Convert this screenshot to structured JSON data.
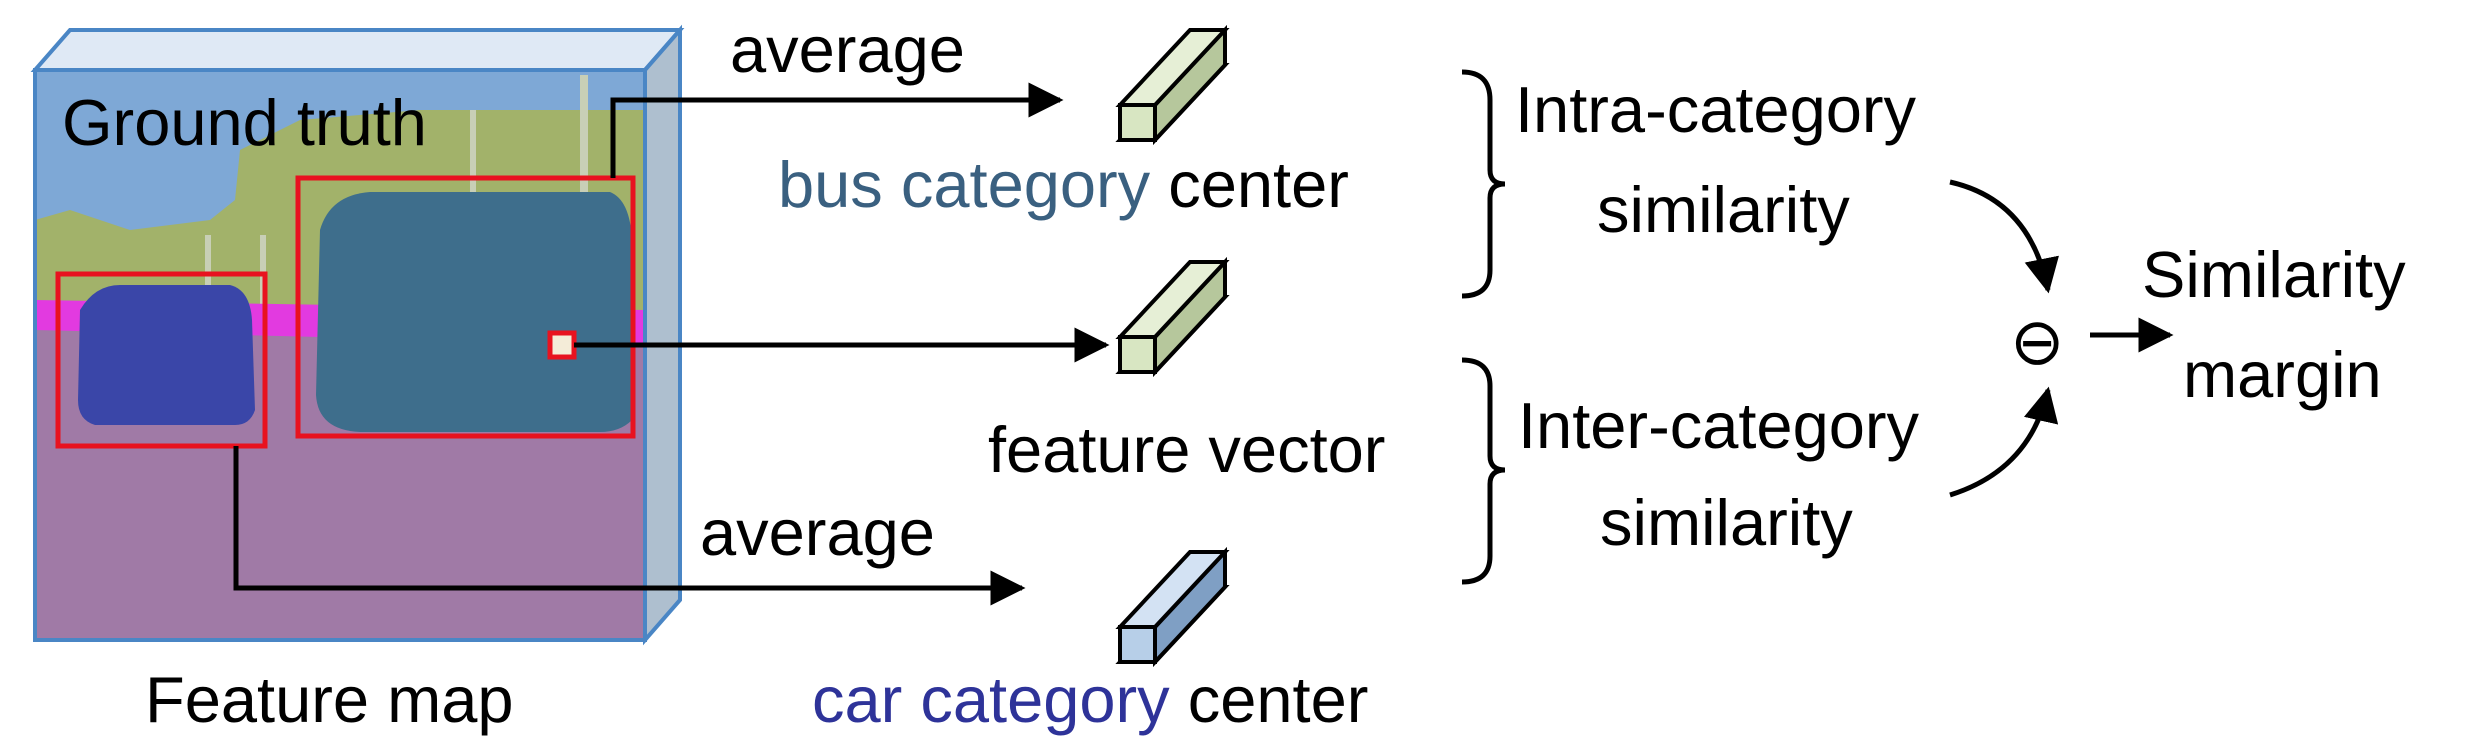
{
  "feature_map": {
    "ground_truth_label": "Ground truth",
    "caption": "Feature map"
  },
  "arrows": {
    "top_average": "average",
    "bottom_average": "average"
  },
  "bus_center": {
    "category_text": "bus category",
    "center_text": "center",
    "category_color": "#3a6080"
  },
  "feature_vector_label": "feature vector",
  "car_center": {
    "category_text": "car category",
    "center_text": "center",
    "category_color": "#2e3399"
  },
  "intra": {
    "line1": "Intra-category",
    "line2": "similarity"
  },
  "inter": {
    "line1": "Inter-category",
    "line2": "similarity"
  },
  "operator_symbol": "⊖",
  "result": {
    "line1": "Similarity",
    "line2": "margin"
  },
  "colors": {
    "map_border": "#4a86c5",
    "box_red": "#e8121f",
    "sky": "#7ea8d6",
    "vegetation": "#a2b26a",
    "road": "#a07aa6",
    "sidewalk": "#e23ae0",
    "bus": "#3e6e8c",
    "car": "#3a46a8",
    "bus_vector": "#d8e6c2",
    "car_vector": "#b7cfe8"
  }
}
